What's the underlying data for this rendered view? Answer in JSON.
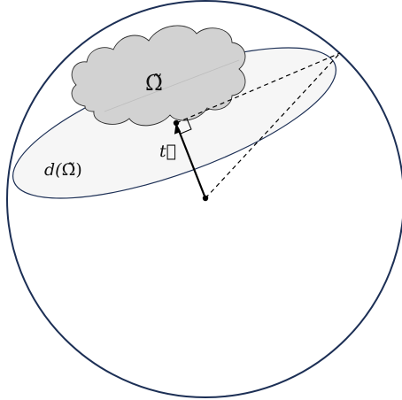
{
  "labels": {
    "omega_tilde": "Ω̃",
    "tangent_vector": "t⃗",
    "d_omega_func": "d(",
    "d_omega_arg": "Ω̃",
    "d_omega_close": ")"
  },
  "colors": {
    "sphere_stroke": "#1c2f55",
    "ellipse_stroke": "#1c2f55",
    "ellipse_fill": "#f6f6f6",
    "cloud_fill": "#d2d2d2",
    "cloud_stroke": "#2b2b2b",
    "vector_stroke": "#000000",
    "dashed_stroke": "#000000",
    "background": "#ffffff"
  }
}
